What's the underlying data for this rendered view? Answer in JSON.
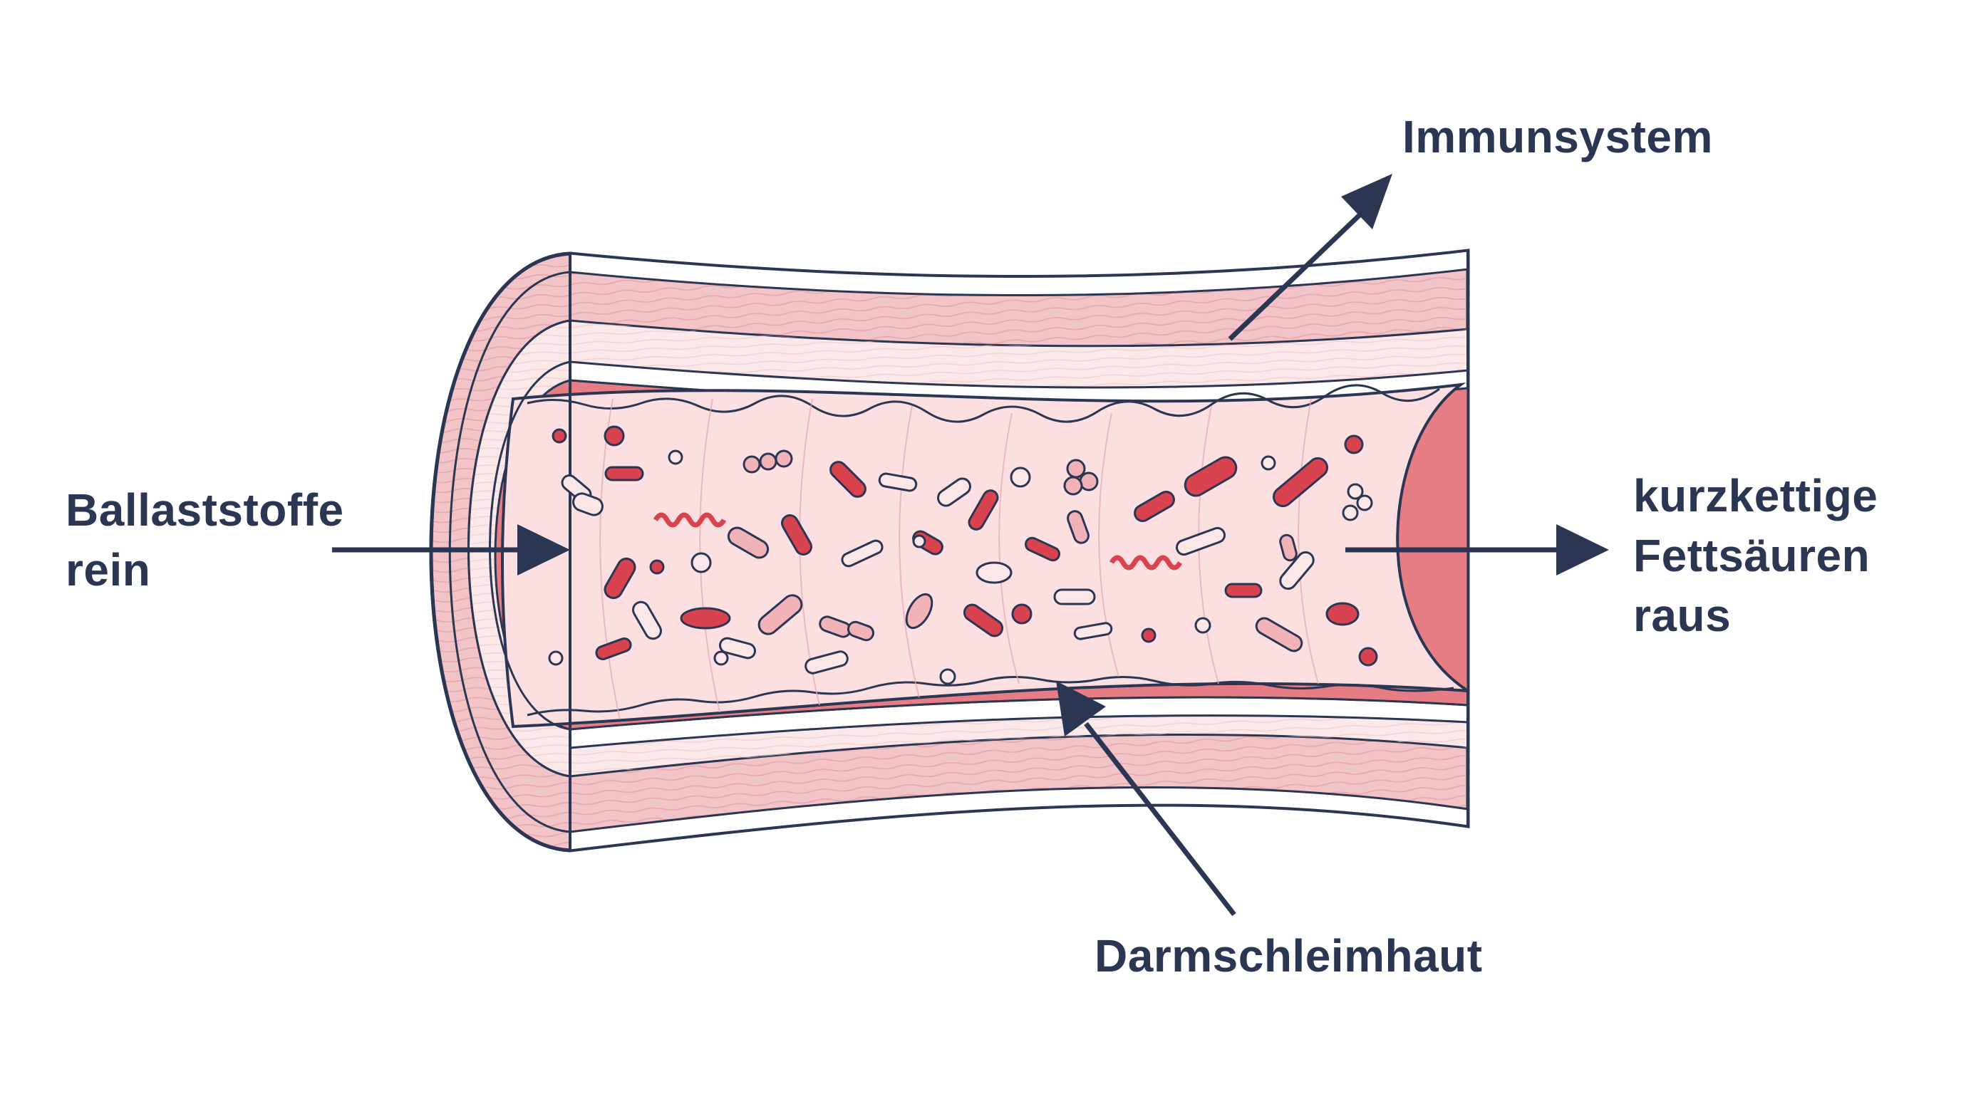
{
  "labels": {
    "immunsystem": "Immunsystem",
    "ballaststoffe": [
      "Ballaststoffe",
      "rein"
    ],
    "fettsaeuren": [
      "kurzkettige",
      "Fettsäuren",
      "raus"
    ],
    "darmschleimhaut": "Darmschleimhaut"
  },
  "colors": {
    "outline": "#2b3653",
    "arrow": "#2b3653",
    "muscle": "#f2c4c8",
    "submucosa": "#fbe9ea",
    "mucosa": "#e77d84",
    "lumen": "#fcdfe1",
    "bacteria_red": "#d9434f",
    "bacteria_pink": "#f2b3b8",
    "bacteria_light": "#fbe6e8"
  },
  "icons": {
    "arrows": "arrow-icon",
    "bacteria": "bacterium-icon"
  }
}
